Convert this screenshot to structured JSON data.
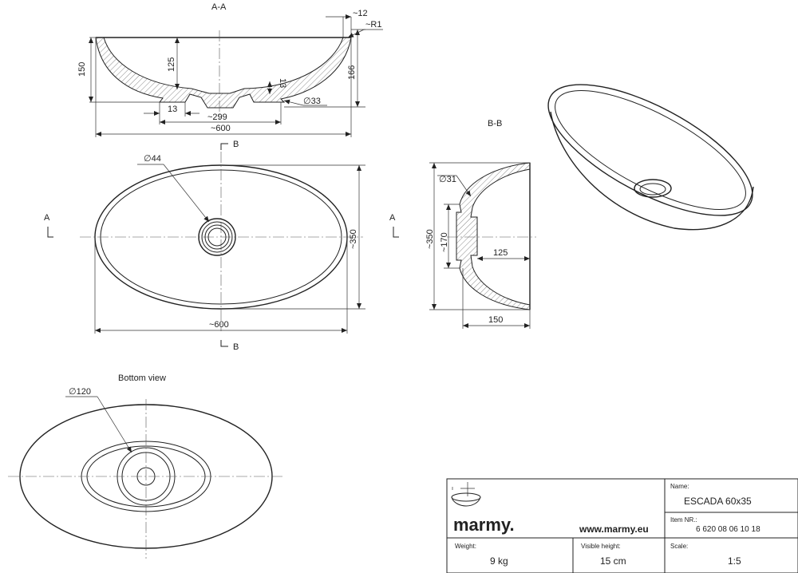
{
  "views": {
    "section_aa_title": "A-A",
    "section_bb_title": "B-B",
    "bottom_view_title": "Bottom view",
    "marker_a": "A",
    "marker_b": "B"
  },
  "dimensions": {
    "aa_wall": "~12",
    "aa_radius": "~R1",
    "aa_height_total": "150",
    "aa_depth": "125",
    "aa_height_right": "166",
    "aa_bottom_thk": "13",
    "aa_foot_thk": "13",
    "aa_drain_dia": "∅33",
    "aa_base_width": "~299",
    "aa_width": "~600",
    "top_drain_dia": "∅44",
    "top_depth": "~350",
    "top_width": "~600",
    "bb_drain_dia": "∅31",
    "bb_depth_outer": "~350",
    "bb_base": "~170",
    "bb_depth": "125",
    "bb_height": "150",
    "bottom_ring_dia": "∅120"
  },
  "title_block": {
    "brand": "marmy.",
    "website": "www.marmy.eu",
    "name_label": "Name:",
    "name_value": "ESCADA 60x35",
    "item_label": "Item NR.:",
    "item_value": "6 620 08 06 10 18",
    "weight_label": "Weight:",
    "weight_value": "9 kg",
    "height_label": "Visible height:",
    "height_value": "15 cm",
    "scale_label": "Scale:",
    "scale_value": "1:5"
  }
}
